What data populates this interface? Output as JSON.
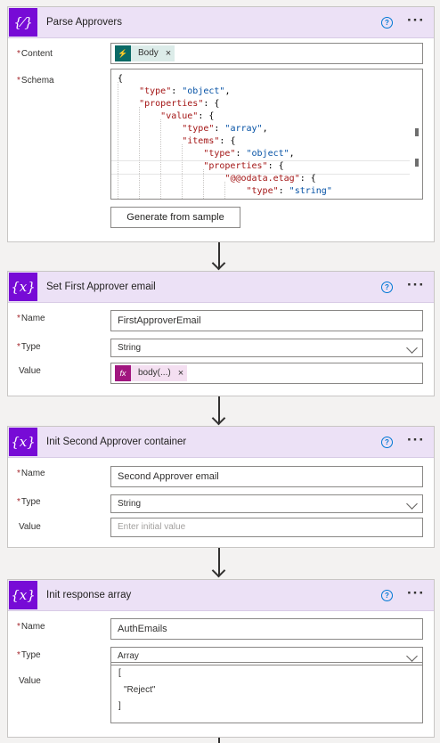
{
  "card1": {
    "title": "Parse Approvers",
    "content_label": "Content",
    "content_token": "Body",
    "schema_label": "Schema",
    "schema_lines": [
      "{",
      "    \"type\": \"object\",",
      "    \"properties\": {",
      "        \"value\": {",
      "            \"type\": \"array\",",
      "            \"items\": {",
      "                \"type\": \"object\",",
      "                \"properties\": {",
      "                    \"@@odata.etag\": {",
      "                        \"type\": \"string\""
    ],
    "generate_button": "Generate from sample"
  },
  "card2": {
    "title": "Set First Approver email",
    "name_label": "Name",
    "name_value": "FirstApproverEmail",
    "type_label": "Type",
    "type_value": "String",
    "value_label": "Value",
    "value_token": "body(...)"
  },
  "card3": {
    "title": "Init Second Approver container",
    "name_label": "Name",
    "name_value": "Second Approver email",
    "type_label": "Type",
    "type_value": "String",
    "value_label": "Value",
    "value_placeholder": "Enter initial value"
  },
  "card4": {
    "title": "Init response array",
    "name_label": "Name",
    "name_value": "AuthEmails",
    "type_label": "Type",
    "type_value": "Array",
    "value_label": "Value",
    "value_lines": [
      "[",
      "\"Reject\"",
      "]"
    ]
  },
  "common": {
    "required_mark": "*",
    "help_glyph": "?",
    "more_glyph": "···",
    "token_close": "×",
    "parse_icon_glyph": "{⁄}",
    "var_icon_glyph": "{x}",
    "body_icon_glyph": "⚡",
    "fx_icon_glyph": "fx"
  },
  "colors": {
    "header_bg": "#ece1f6",
    "icon_bg": "#770bd6",
    "body_token_icon": "#0b6a66",
    "fx_token_icon": "#a1167f",
    "body_token_bg": "#dcece9",
    "fx_token_bg": "#f4dff1"
  },
  "icons": {
    "parse_json": "parse-json-icon",
    "variable": "variable-icon",
    "help": "help-icon",
    "more": "more-icon",
    "chevron": "chevron-down-icon",
    "arrow": "arrow-down-icon"
  }
}
